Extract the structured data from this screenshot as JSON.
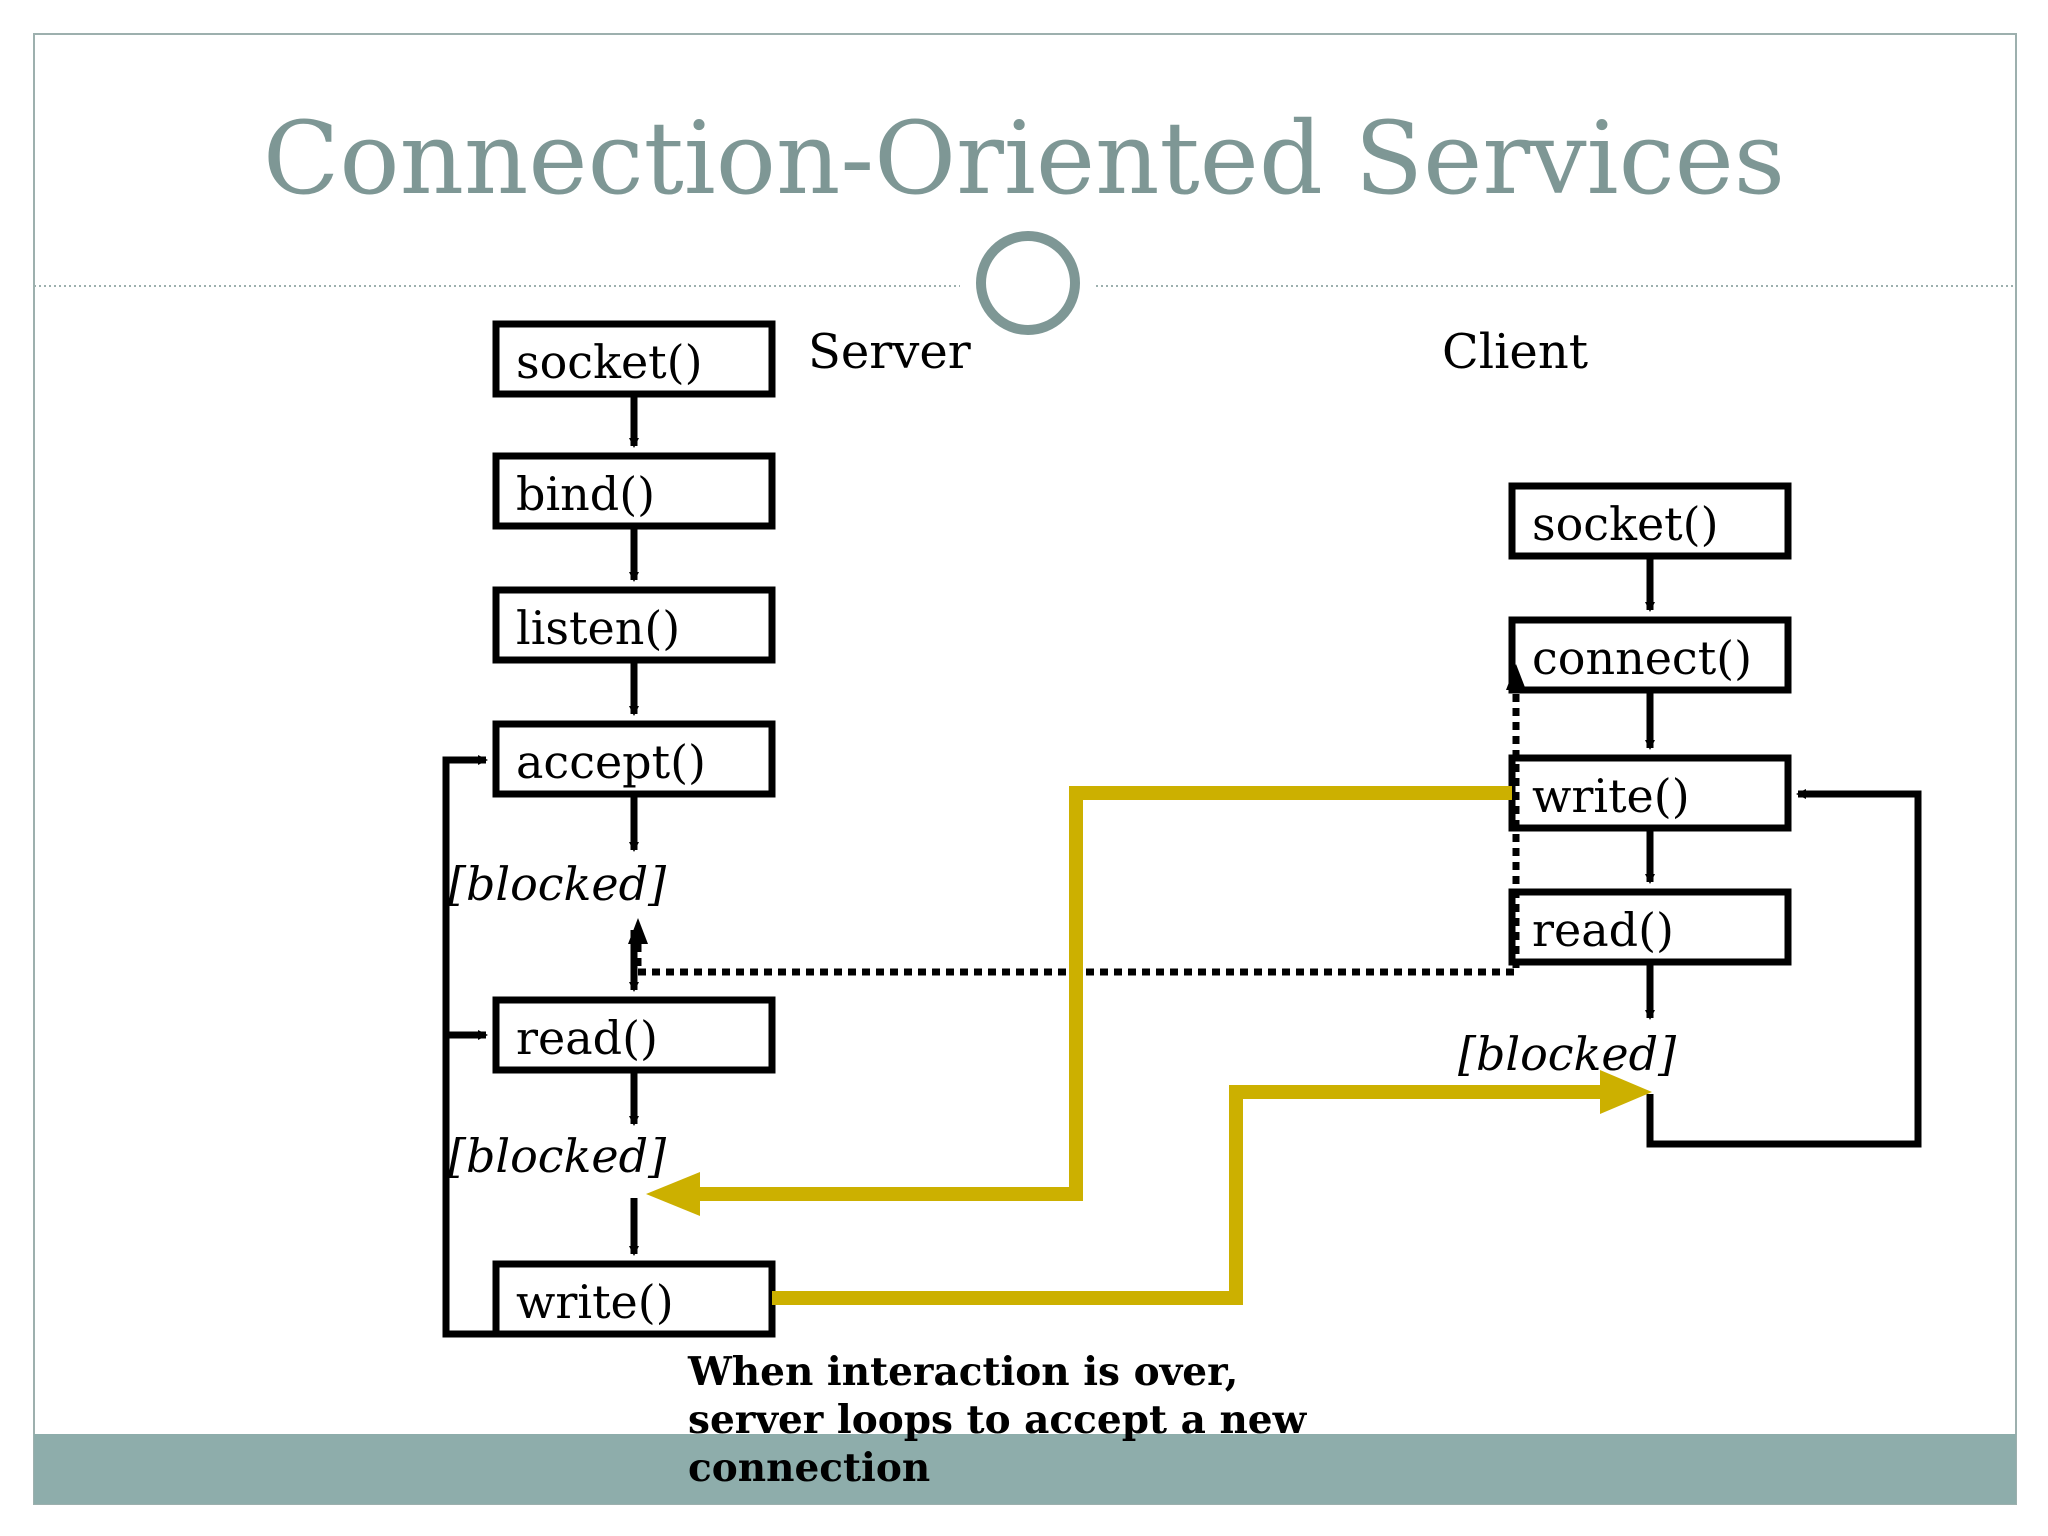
{
  "slide": {
    "title": "Connection-Oriented Services",
    "footnote": "When interaction is over,\nserver loops to accept a new\nconnection"
  },
  "server": {
    "label": "Server",
    "steps": [
      "socket()",
      "bind()",
      "listen()",
      "accept()",
      "read()",
      "write()"
    ],
    "blocked_labels": [
      "[blocked]",
      "[blocked]"
    ]
  },
  "client": {
    "label": "Client",
    "steps": [
      "socket()",
      "connect()",
      "write()",
      "read()"
    ],
    "blocked_label": "[blocked]"
  },
  "colors": {
    "title": "#7e9795",
    "frame": "#7e9795",
    "footer": "#8eadab",
    "data_flow": "#ccb000",
    "ink": "#000000"
  }
}
